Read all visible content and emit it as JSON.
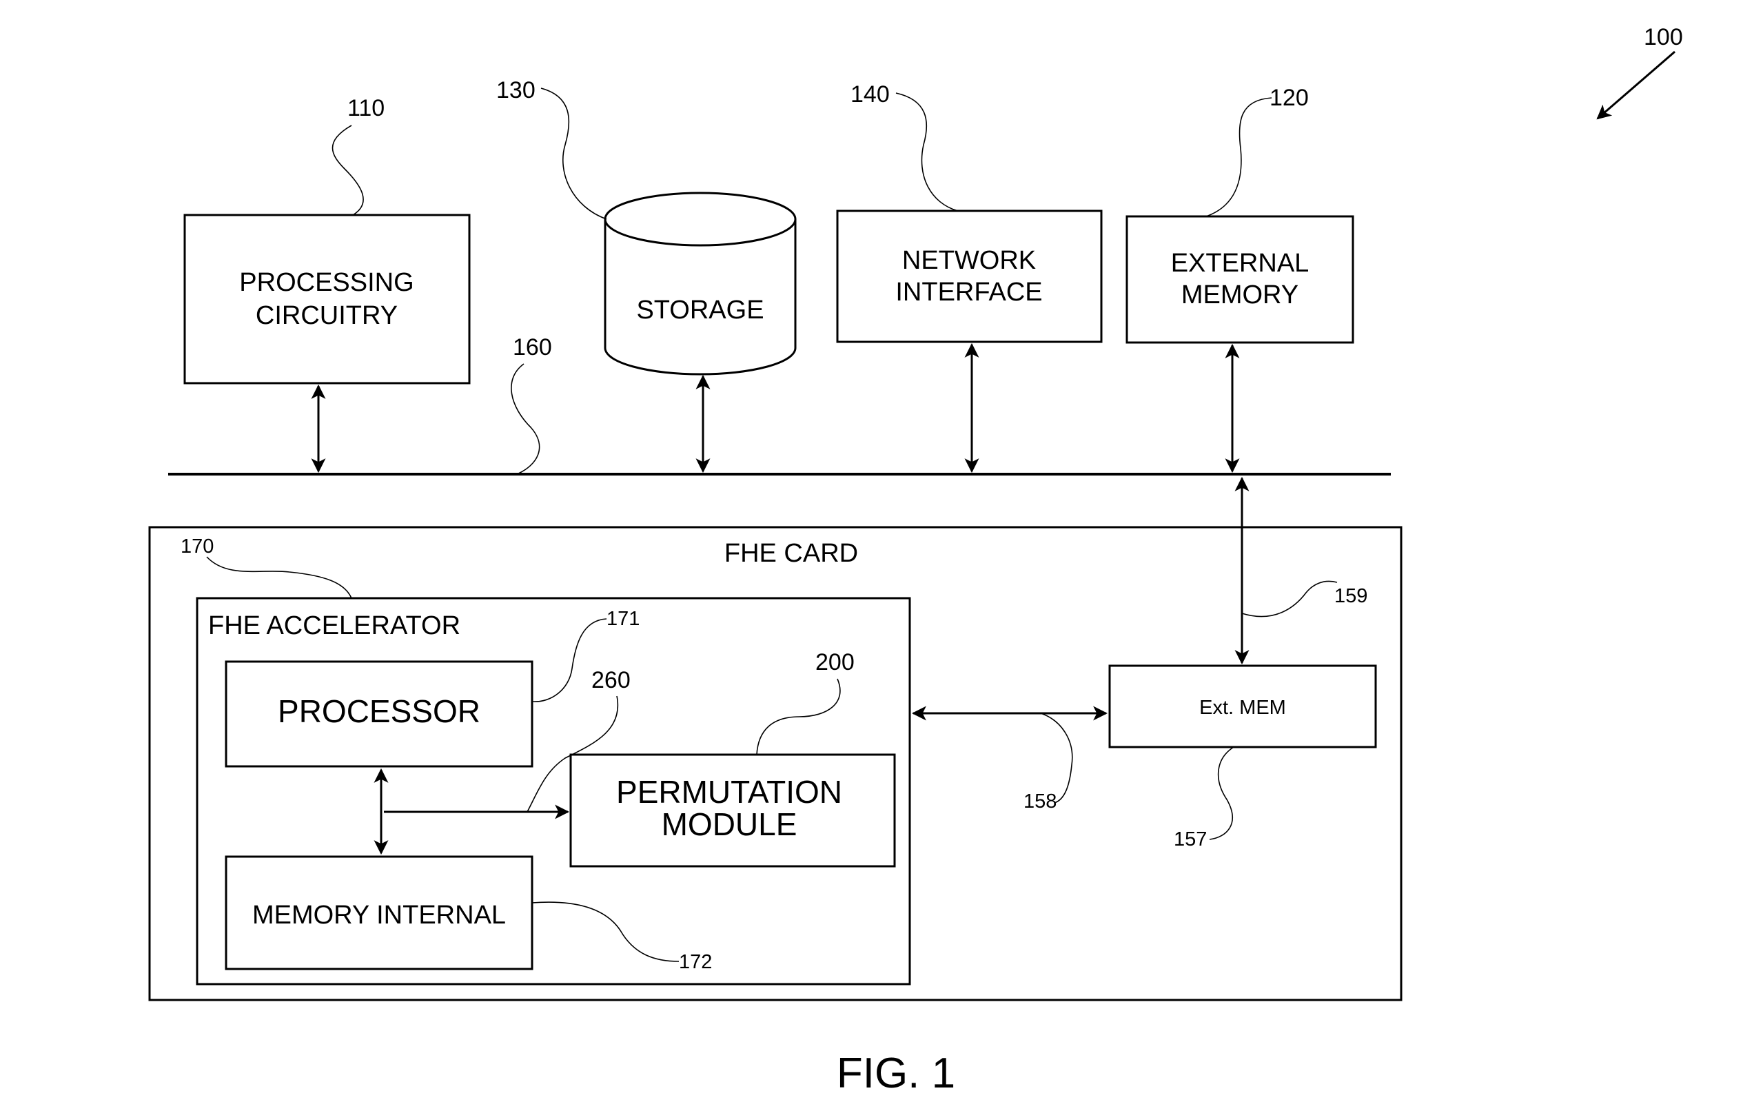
{
  "figure": {
    "caption": "FIG. 1",
    "refs": {
      "system": "100",
      "processing": "110",
      "ext_memory": "120",
      "storage": "130",
      "network": "140",
      "bus": "160",
      "fhe_accelerator": "170",
      "processor": "171",
      "memory_internal": "172",
      "ext_mem": "157",
      "accel_link": "158",
      "bus_link": "159",
      "internal_link": "260",
      "permutation": "200"
    },
    "blocks": {
      "processing_line1": "PROCESSING",
      "processing_line2": "CIRCUITRY",
      "storage": "STORAGE",
      "network_line1": "NETWORK",
      "network_line2": "INTERFACE",
      "ext_memory_line1": "EXTERNAL",
      "ext_memory_line2": "MEMORY",
      "fhe_card": "FHE  CARD",
      "fhe_accelerator": "FHE ACCELERATOR",
      "processor": "PROCESSOR",
      "permutation_line1": "PERMUTATION",
      "permutation_line2": "MODULE",
      "memory_internal": "MEMORY INTERNAL",
      "ext_mem": "Ext. MEM"
    }
  }
}
